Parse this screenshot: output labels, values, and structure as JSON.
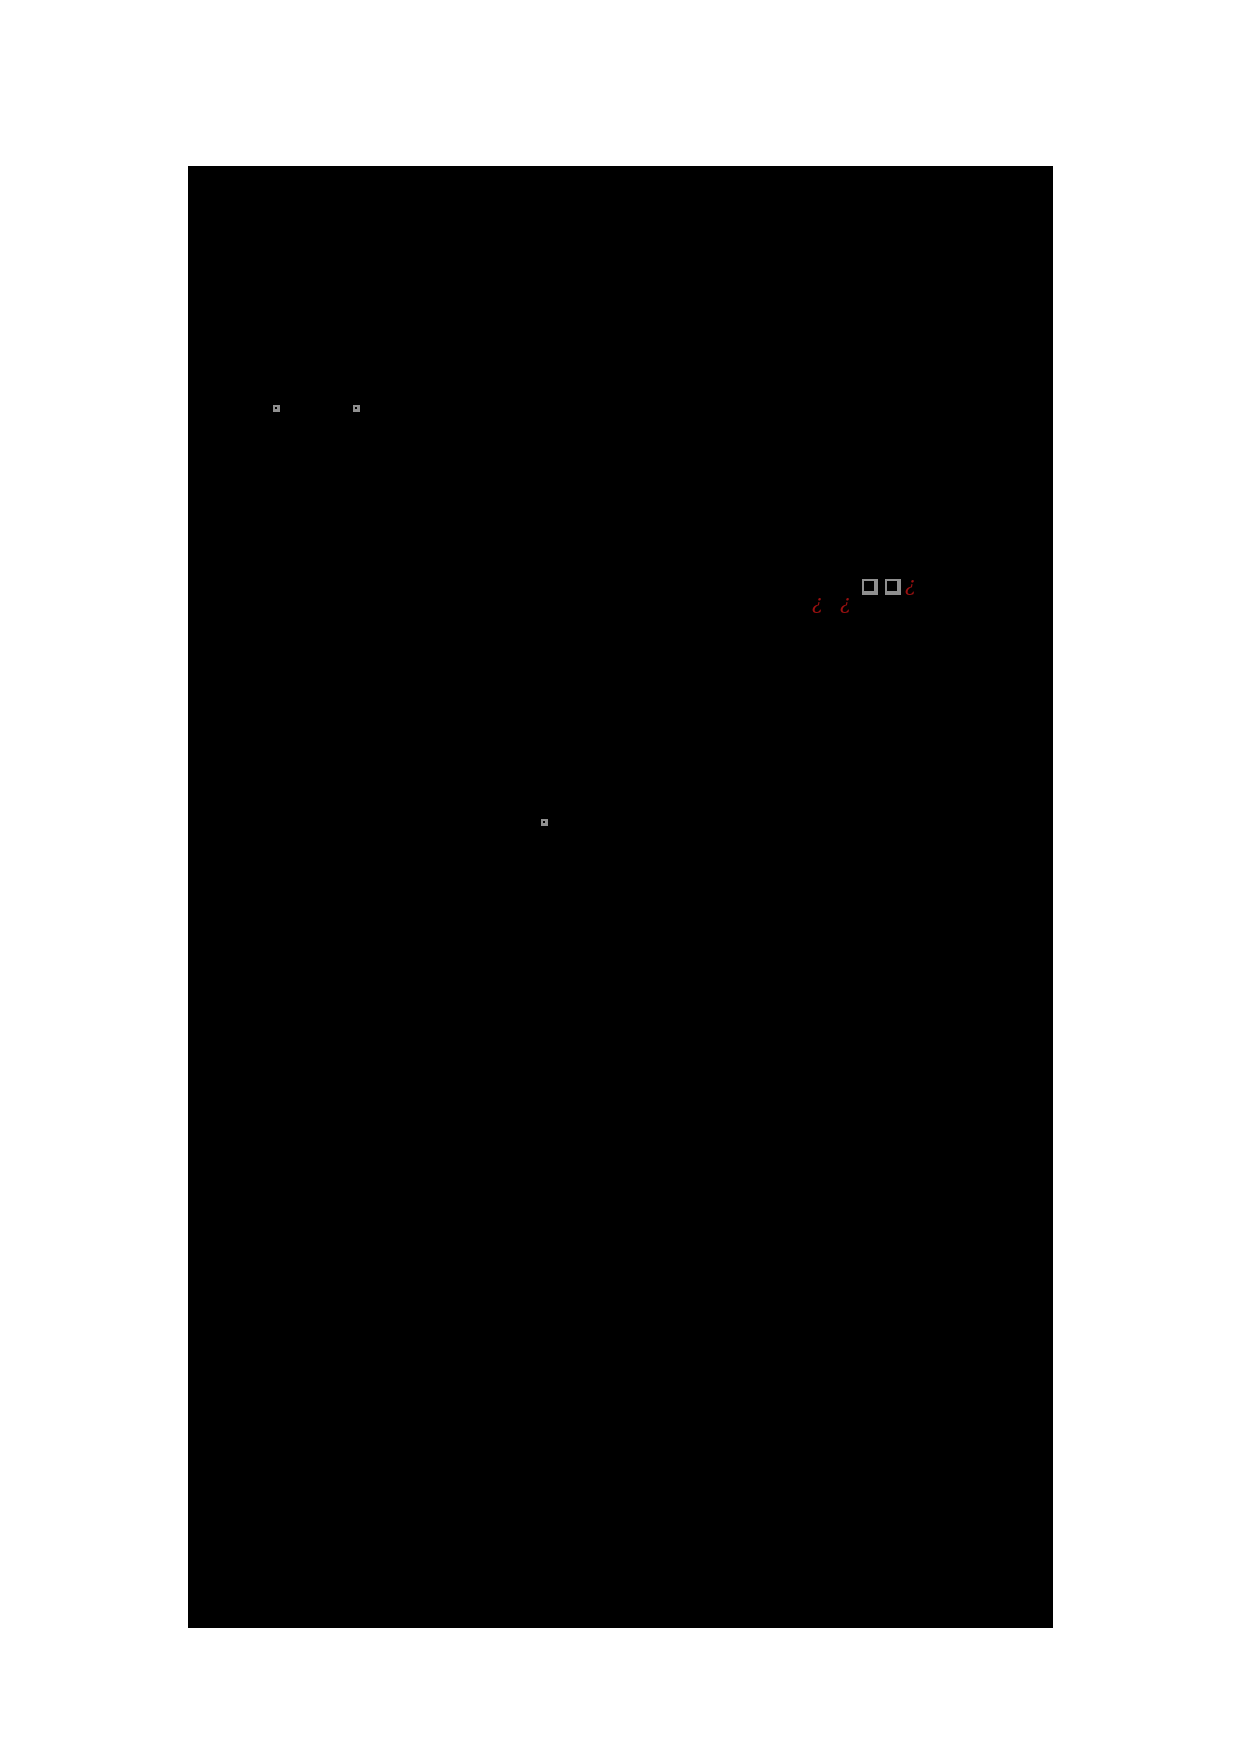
{
  "document": {
    "background_color": "#000000",
    "page_color": "#ffffff",
    "glyphs": [
      {
        "type": "missing-glyph-box",
        "char": ""
      },
      {
        "type": "missing-glyph-box",
        "char": ""
      },
      {
        "type": "inverted-question",
        "char": "¿"
      },
      {
        "type": "inverted-question",
        "char": "¿"
      },
      {
        "type": "missing-glyph-box",
        "char": ""
      },
      {
        "type": "missing-glyph-box",
        "char": ""
      },
      {
        "type": "inverted-question",
        "char": "¿"
      },
      {
        "type": "missing-glyph-box",
        "char": ""
      }
    ],
    "colors": {
      "glyph_box": "#8f8f8f",
      "inverted_question": "#9b1010"
    }
  }
}
